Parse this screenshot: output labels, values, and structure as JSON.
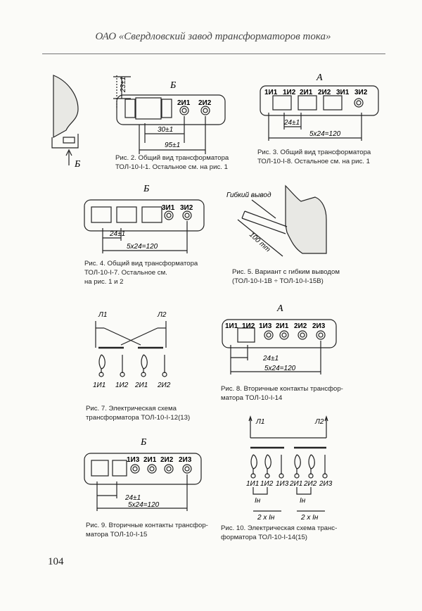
{
  "header": {
    "title": "ОАО «Свердловский завод трансформаторов тока»"
  },
  "page_number": "104",
  "fig2": {
    "view_label": "Б",
    "arrow_label": "Б",
    "contacts": [
      "2И1",
      "2И2"
    ],
    "dim_vertical": "23±1",
    "dim1": "30±1",
    "dim2": "95±1",
    "caption": "Рис. 2. Общий вид трансформатора\nТОЛ-10-I-1. Остальное см. на рис. 1"
  },
  "fig3": {
    "view_label": "А",
    "contacts": [
      "1И1",
      "1И2",
      "2И1",
      "2И2",
      "3И1",
      "3И2"
    ],
    "dim1": "24±1",
    "dim2": "5x24=120",
    "caption": "Рис. 3. Общий вид трансформатора\nТОЛ-10-I-8. Остальное см. на рис. 1"
  },
  "fig4": {
    "view_label": "Б",
    "contacts": [
      "3И1",
      "3И2"
    ],
    "dim1": "24±1",
    "dim2": "5x24=120",
    "caption": "Рис. 4. Общий вид трансформатора\nТОЛ-10-I-7. Остальное см.\nна рис. 1 и 2"
  },
  "fig5": {
    "lead_label": "Гибкий вывод",
    "dim": "100 mm",
    "caption": "Рис. 5. Вариант с гибким выводом\n(ТОЛ-10-I-1В ÷ ТОЛ-10-I-15В)"
  },
  "fig7": {
    "l1": "Л1",
    "l2": "Л2",
    "terminals": [
      "1И1",
      "1И2",
      "2И1",
      "2И2"
    ],
    "caption": "Рис. 7. Электрическая схема\nтрансформатора ТОЛ-10-I-12(13)"
  },
  "fig8": {
    "view_label": "А",
    "contacts": [
      "1И1",
      "1И2",
      "1И3",
      "2И1",
      "2И2",
      "2И3"
    ],
    "dim1": "24±1",
    "dim2": "5x24=120",
    "caption": "Рис. 8. Вторичные контакты трансфор-\nматора ТОЛ-10-I-14"
  },
  "fig9": {
    "view_label": "Б",
    "contacts": [
      "1И3",
      "2И1",
      "2И2",
      "2И3"
    ],
    "dim1": "24±1",
    "dim2": "5x24=120",
    "caption": "Рис. 9. Вторичные контакты трансфор-\nматора ТОЛ-10-I-15"
  },
  "fig10": {
    "l1": "Л1",
    "l2": "Л2",
    "terminals": [
      "1И1",
      "1И2",
      "1И3",
      "2И1",
      "2И2",
      "2И3"
    ],
    "in1": "Iн",
    "in2": "2 x Iн",
    "caption": "Рис. 10. Электрическая схема транс-\nформатора ТОЛ-10-I-14(15)"
  }
}
